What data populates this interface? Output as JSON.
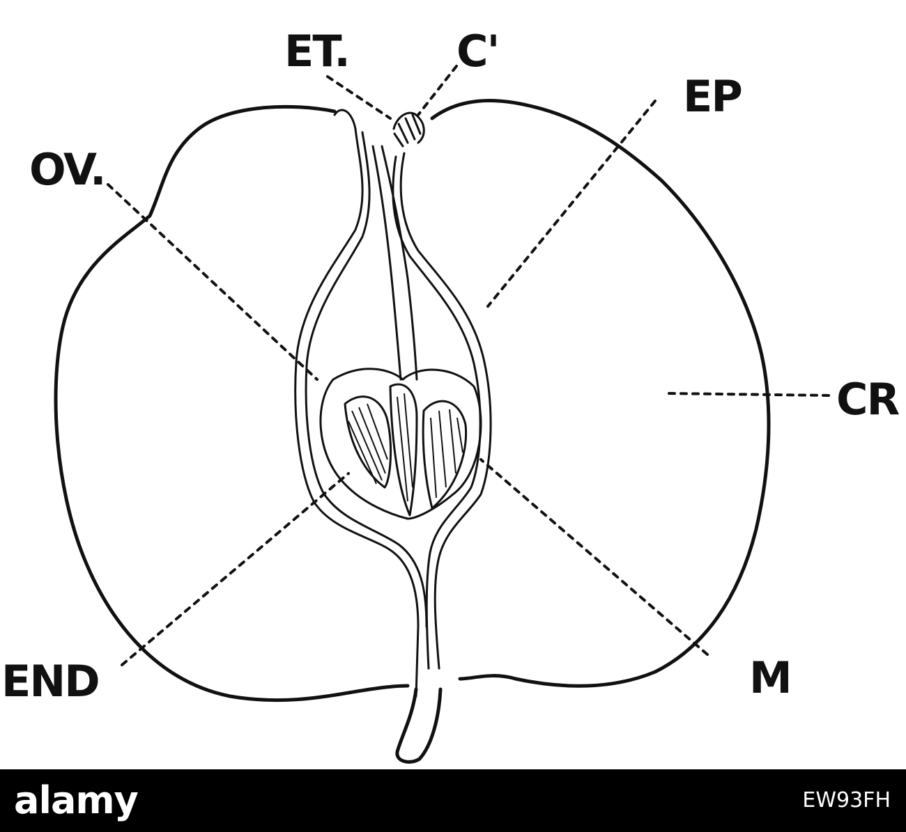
{
  "labels": {
    "et": "ET.",
    "c": "C'",
    "ep": "EP",
    "ov": "OV.",
    "cr": "CR",
    "end": "END",
    "m": "M"
  },
  "footer": {
    "brand": "alamy",
    "image_code": "EW93FH"
  },
  "colors": {
    "ink": "#111111",
    "background": "#ffffff",
    "footer_background": "#000000",
    "footer_text": "#ffffff"
  }
}
